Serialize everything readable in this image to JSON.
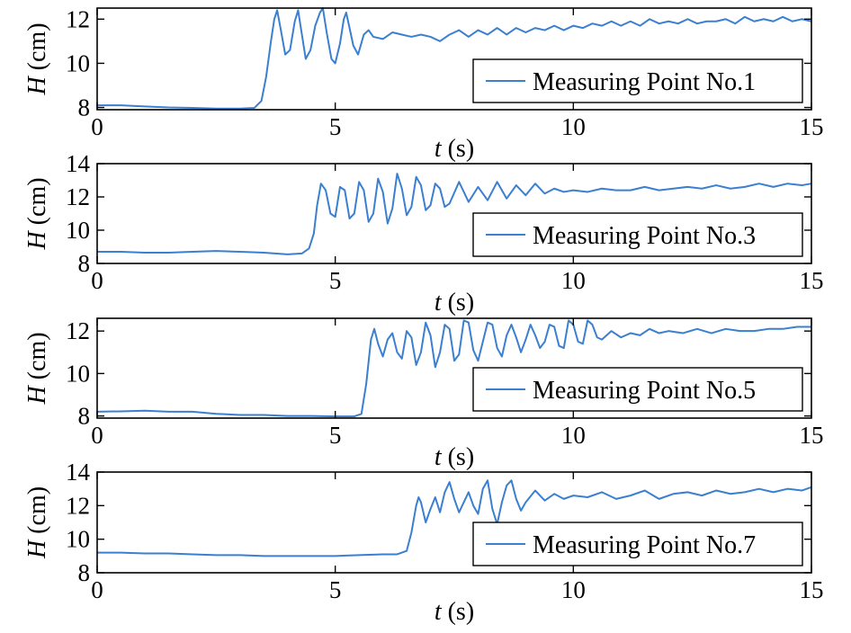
{
  "colors": {
    "line": "#3a7fd0",
    "axes": "#000000",
    "background": "#ffffff"
  },
  "chart_data": [
    {
      "type": "line",
      "xlabel": {
        "var": "t",
        "unit": " (s)"
      },
      "ylabel": {
        "var": "H",
        "unit": " (cm)"
      },
      "xlim": [
        0,
        15
      ],
      "ylim": [
        7.9,
        12.5
      ],
      "xticks": [
        "0",
        "5",
        "10",
        "15"
      ],
      "xtick_values": [
        0,
        5,
        10,
        15
      ],
      "yticks": [
        "8",
        "10",
        "12"
      ],
      "ytick_values": [
        8,
        10,
        12
      ],
      "legend": "top-right inside, lower half",
      "series": [
        {
          "name": "Measuring Point No.1",
          "x": [
            0,
            0.5,
            1.0,
            1.5,
            2.0,
            2.5,
            3.0,
            3.3,
            3.45,
            3.55,
            3.65,
            3.72,
            3.78,
            3.85,
            3.95,
            4.05,
            4.15,
            4.22,
            4.3,
            4.38,
            4.48,
            4.58,
            4.68,
            4.74,
            4.82,
            4.92,
            5.0,
            5.1,
            5.18,
            5.23,
            5.3,
            5.38,
            5.48,
            5.6,
            5.7,
            5.8,
            6.0,
            6.2,
            6.4,
            6.6,
            6.8,
            7.0,
            7.2,
            7.4,
            7.6,
            7.8,
            8.0,
            8.2,
            8.4,
            8.6,
            8.8,
            9.0,
            9.2,
            9.4,
            9.6,
            9.8,
            10.0,
            10.2,
            10.4,
            10.6,
            10.8,
            11.0,
            11.2,
            11.4,
            11.6,
            11.8,
            12.0,
            12.2,
            12.4,
            12.6,
            12.8,
            13.0,
            13.2,
            13.4,
            13.6,
            13.8,
            14.0,
            14.2,
            14.4,
            14.6,
            14.8,
            15.0
          ],
          "y": [
            8.1,
            8.1,
            8.05,
            8.0,
            7.98,
            7.95,
            7.95,
            7.98,
            8.3,
            9.4,
            11.0,
            12.0,
            12.4,
            11.6,
            10.4,
            10.6,
            11.9,
            12.4,
            11.3,
            10.2,
            10.6,
            11.7,
            12.3,
            12.5,
            11.4,
            10.2,
            10.0,
            10.9,
            12.0,
            12.3,
            11.6,
            10.8,
            10.4,
            11.3,
            11.5,
            11.2,
            11.1,
            11.4,
            11.3,
            11.2,
            11.3,
            11.2,
            11.0,
            11.3,
            11.5,
            11.2,
            11.5,
            11.3,
            11.6,
            11.3,
            11.6,
            11.4,
            11.6,
            11.5,
            11.7,
            11.5,
            11.7,
            11.6,
            11.8,
            11.7,
            11.9,
            11.7,
            11.9,
            11.7,
            12.0,
            11.8,
            11.9,
            11.8,
            12.0,
            11.8,
            11.9,
            11.9,
            12.0,
            11.8,
            12.1,
            11.9,
            12.0,
            11.9,
            12.1,
            11.9,
            12.0,
            11.9
          ]
        }
      ]
    },
    {
      "type": "line",
      "xlabel": {
        "var": "t",
        "unit": " (s)"
      },
      "ylabel": {
        "var": "H",
        "unit": " (cm)"
      },
      "xlim": [
        0,
        15
      ],
      "ylim": [
        8.0,
        14.0
      ],
      "xticks": [
        "0",
        "5",
        "10",
        "15"
      ],
      "xtick_values": [
        0,
        5,
        10,
        15
      ],
      "yticks": [
        "8",
        "10",
        "12",
        "14"
      ],
      "ytick_values": [
        8,
        10,
        12,
        14
      ],
      "legend": "top-right inside, lower half",
      "series": [
        {
          "name": "Measuring Point No.3",
          "x": [
            0,
            0.5,
            1.0,
            1.5,
            2.0,
            2.5,
            3.0,
            3.5,
            4.0,
            4.3,
            4.45,
            4.55,
            4.62,
            4.7,
            4.8,
            4.9,
            5.0,
            5.1,
            5.2,
            5.3,
            5.4,
            5.5,
            5.6,
            5.7,
            5.8,
            5.9,
            6.0,
            6.1,
            6.2,
            6.3,
            6.4,
            6.5,
            6.6,
            6.7,
            6.8,
            6.9,
            7.0,
            7.1,
            7.2,
            7.3,
            7.4,
            7.6,
            7.8,
            8.0,
            8.2,
            8.4,
            8.6,
            8.8,
            9.0,
            9.2,
            9.4,
            9.6,
            9.8,
            10.0,
            10.3,
            10.6,
            10.9,
            11.2,
            11.5,
            11.8,
            12.1,
            12.4,
            12.7,
            13.0,
            13.3,
            13.6,
            13.9,
            14.2,
            14.5,
            14.8,
            15.0
          ],
          "y": [
            8.7,
            8.7,
            8.65,
            8.65,
            8.7,
            8.75,
            8.7,
            8.65,
            8.55,
            8.6,
            8.9,
            9.8,
            11.5,
            12.8,
            12.4,
            11.0,
            10.8,
            12.6,
            12.4,
            10.7,
            11.0,
            12.9,
            12.4,
            10.5,
            11.0,
            13.1,
            12.3,
            10.4,
            11.3,
            13.4,
            12.5,
            10.9,
            11.4,
            13.2,
            12.7,
            11.2,
            11.5,
            12.8,
            12.5,
            11.4,
            11.6,
            12.9,
            11.7,
            12.6,
            11.8,
            12.9,
            11.9,
            12.7,
            12.1,
            12.8,
            12.2,
            12.5,
            12.3,
            12.4,
            12.3,
            12.5,
            12.4,
            12.4,
            12.6,
            12.4,
            12.5,
            12.6,
            12.5,
            12.7,
            12.5,
            12.6,
            12.8,
            12.6,
            12.8,
            12.7,
            12.8
          ]
        }
      ]
    },
    {
      "type": "line",
      "xlabel": {
        "var": "t",
        "unit": " (s)"
      },
      "ylabel": {
        "var": "H",
        "unit": " (cm)"
      },
      "xlim": [
        0,
        15
      ],
      "ylim": [
        7.9,
        12.6
      ],
      "xticks": [
        "0",
        "5",
        "10",
        "15"
      ],
      "xtick_values": [
        0,
        5,
        10,
        15
      ],
      "yticks": [
        "8",
        "10",
        "12"
      ],
      "ytick_values": [
        8,
        10,
        12
      ],
      "legend": "top-right inside, lower half",
      "series": [
        {
          "name": "Measuring Point No.5",
          "x": [
            0,
            0.5,
            1.0,
            1.5,
            2.0,
            2.5,
            3.0,
            3.5,
            4.0,
            4.5,
            5.0,
            5.4,
            5.55,
            5.65,
            5.75,
            5.82,
            5.9,
            6.0,
            6.1,
            6.2,
            6.3,
            6.4,
            6.5,
            6.6,
            6.7,
            6.8,
            6.9,
            7.0,
            7.1,
            7.2,
            7.3,
            7.4,
            7.5,
            7.6,
            7.7,
            7.8,
            7.9,
            8.0,
            8.1,
            8.2,
            8.3,
            8.4,
            8.5,
            8.6,
            8.7,
            8.8,
            8.9,
            9.0,
            9.1,
            9.2,
            9.3,
            9.4,
            9.5,
            9.6,
            9.7,
            9.8,
            9.9,
            10.0,
            10.1,
            10.2,
            10.3,
            10.4,
            10.5,
            10.6,
            10.8,
            11.0,
            11.2,
            11.4,
            11.6,
            11.8,
            12.0,
            12.3,
            12.6,
            12.9,
            13.2,
            13.5,
            13.8,
            14.1,
            14.4,
            14.7,
            15.0
          ],
          "y": [
            8.2,
            8.22,
            8.25,
            8.2,
            8.2,
            8.1,
            8.05,
            8.05,
            8.0,
            8.0,
            7.98,
            7.98,
            8.1,
            9.5,
            11.6,
            12.1,
            11.4,
            10.8,
            11.6,
            11.9,
            11.0,
            10.7,
            12.0,
            11.7,
            10.4,
            11.0,
            12.4,
            11.8,
            10.3,
            11.0,
            12.3,
            12.1,
            10.6,
            10.9,
            12.5,
            12.4,
            11.1,
            10.6,
            11.5,
            12.4,
            12.3,
            11.2,
            10.8,
            11.8,
            12.3,
            11.7,
            11.0,
            11.6,
            12.3,
            11.8,
            11.2,
            11.5,
            12.3,
            12.2,
            11.3,
            11.2,
            12.5,
            12.3,
            11.5,
            11.4,
            12.5,
            12.3,
            11.7,
            11.6,
            12.0,
            11.7,
            11.9,
            11.8,
            12.1,
            11.9,
            12.0,
            11.9,
            12.1,
            11.9,
            12.1,
            12.0,
            12.0,
            12.1,
            12.1,
            12.2,
            12.2
          ]
        }
      ]
    },
    {
      "type": "line",
      "xlabel": {
        "var": "t",
        "unit": " (s)"
      },
      "ylabel": {
        "var": "H",
        "unit": " (cm)"
      },
      "xlim": [
        0,
        15
      ],
      "ylim": [
        8.0,
        14.0
      ],
      "xticks": [
        "0",
        "5",
        "10",
        "15"
      ],
      "xtick_values": [
        0,
        5,
        10,
        15
      ],
      "yticks": [
        "8",
        "10",
        "12",
        "14"
      ],
      "ytick_values": [
        8,
        10,
        12,
        14
      ],
      "legend": "top-right inside, lower half",
      "series": [
        {
          "name": "Measuring Point No.7",
          "x": [
            0,
            0.5,
            1.0,
            1.5,
            2.0,
            2.5,
            3.0,
            3.5,
            4.0,
            4.5,
            5.0,
            5.5,
            6.0,
            6.3,
            6.5,
            6.6,
            6.7,
            6.75,
            6.8,
            6.9,
            7.0,
            7.1,
            7.2,
            7.3,
            7.4,
            7.5,
            7.6,
            7.7,
            7.8,
            7.9,
            8.0,
            8.1,
            8.2,
            8.3,
            8.4,
            8.5,
            8.6,
            8.7,
            8.8,
            8.9,
            9.0,
            9.2,
            9.4,
            9.6,
            9.8,
            10.0,
            10.3,
            10.6,
            10.9,
            11.2,
            11.5,
            11.8,
            12.1,
            12.4,
            12.7,
            13.0,
            13.3,
            13.6,
            13.9,
            14.2,
            14.5,
            14.8,
            15.0
          ],
          "y": [
            9.2,
            9.2,
            9.15,
            9.15,
            9.1,
            9.05,
            9.05,
            9.0,
            9.0,
            9.0,
            9.0,
            9.05,
            9.1,
            9.1,
            9.3,
            10.4,
            12.0,
            12.5,
            12.2,
            11.0,
            11.8,
            12.5,
            11.6,
            12.8,
            13.4,
            12.4,
            11.6,
            12.2,
            12.8,
            12.0,
            11.5,
            13.0,
            13.5,
            11.8,
            10.9,
            12.2,
            13.2,
            13.5,
            12.4,
            11.7,
            12.2,
            12.9,
            12.3,
            12.7,
            12.4,
            12.6,
            12.5,
            12.8,
            12.4,
            12.6,
            12.9,
            12.4,
            12.7,
            12.8,
            12.6,
            12.9,
            12.7,
            12.8,
            13.0,
            12.8,
            13.0,
            12.9,
            13.1
          ]
        }
      ]
    }
  ]
}
